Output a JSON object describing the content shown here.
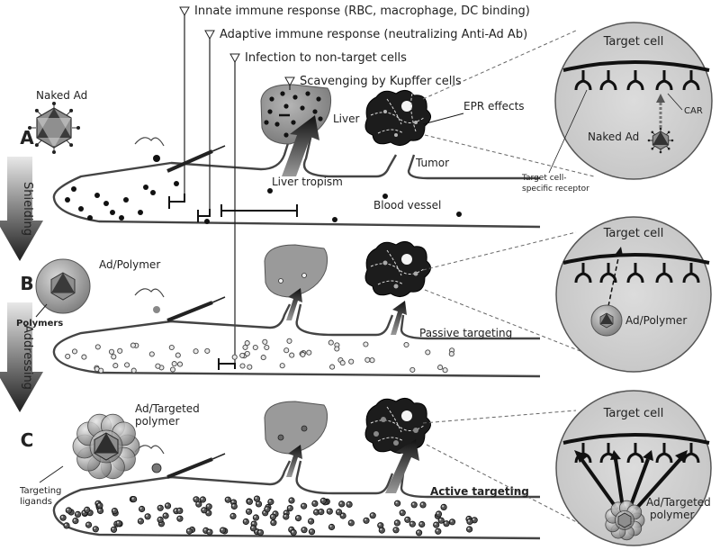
{
  "header_labels": {
    "innate": "Innate immune response (RBC, macrophage, DC binding)",
    "adaptive": "Adaptive immune response (neutralizing Anti-Ad Ab)",
    "infection": "Infection to non-target cells",
    "kupffer": "Scavenging by Kupffer cells"
  },
  "rows": {
    "a": {
      "letter": "A",
      "particle": "Naked Ad",
      "liver": "Liver",
      "liver_tropism": "Liver tropism",
      "epr": "EPR effects",
      "tumor": "Tumor",
      "vessel": "Blood vessel"
    },
    "b": {
      "letter": "B",
      "particle": "Ad/Polymer",
      "polymers": "Polymers",
      "passive": "Passive targeting"
    },
    "c": {
      "letter": "C",
      "particle_line1": "Ad/Targeted",
      "particle_line2": "polymer",
      "ligands_line1": "Targeting",
      "ligands_line2": "ligands",
      "active": "Active targeting"
    }
  },
  "arrows": {
    "shielding": "Shielding",
    "addressing": "Addressing"
  },
  "insets": {
    "a": {
      "title": "Target cell",
      "car": "CAR",
      "ad": "Naked Ad",
      "receptor_line1": "Target cell-",
      "receptor_line2": "specific receptor"
    },
    "b": {
      "title": "Target cell",
      "ad": "Ad/Polymer"
    },
    "c": {
      "title": "Target cell",
      "ad_line1": "Ad/Targeted",
      "ad_line2": "polymer"
    }
  }
}
